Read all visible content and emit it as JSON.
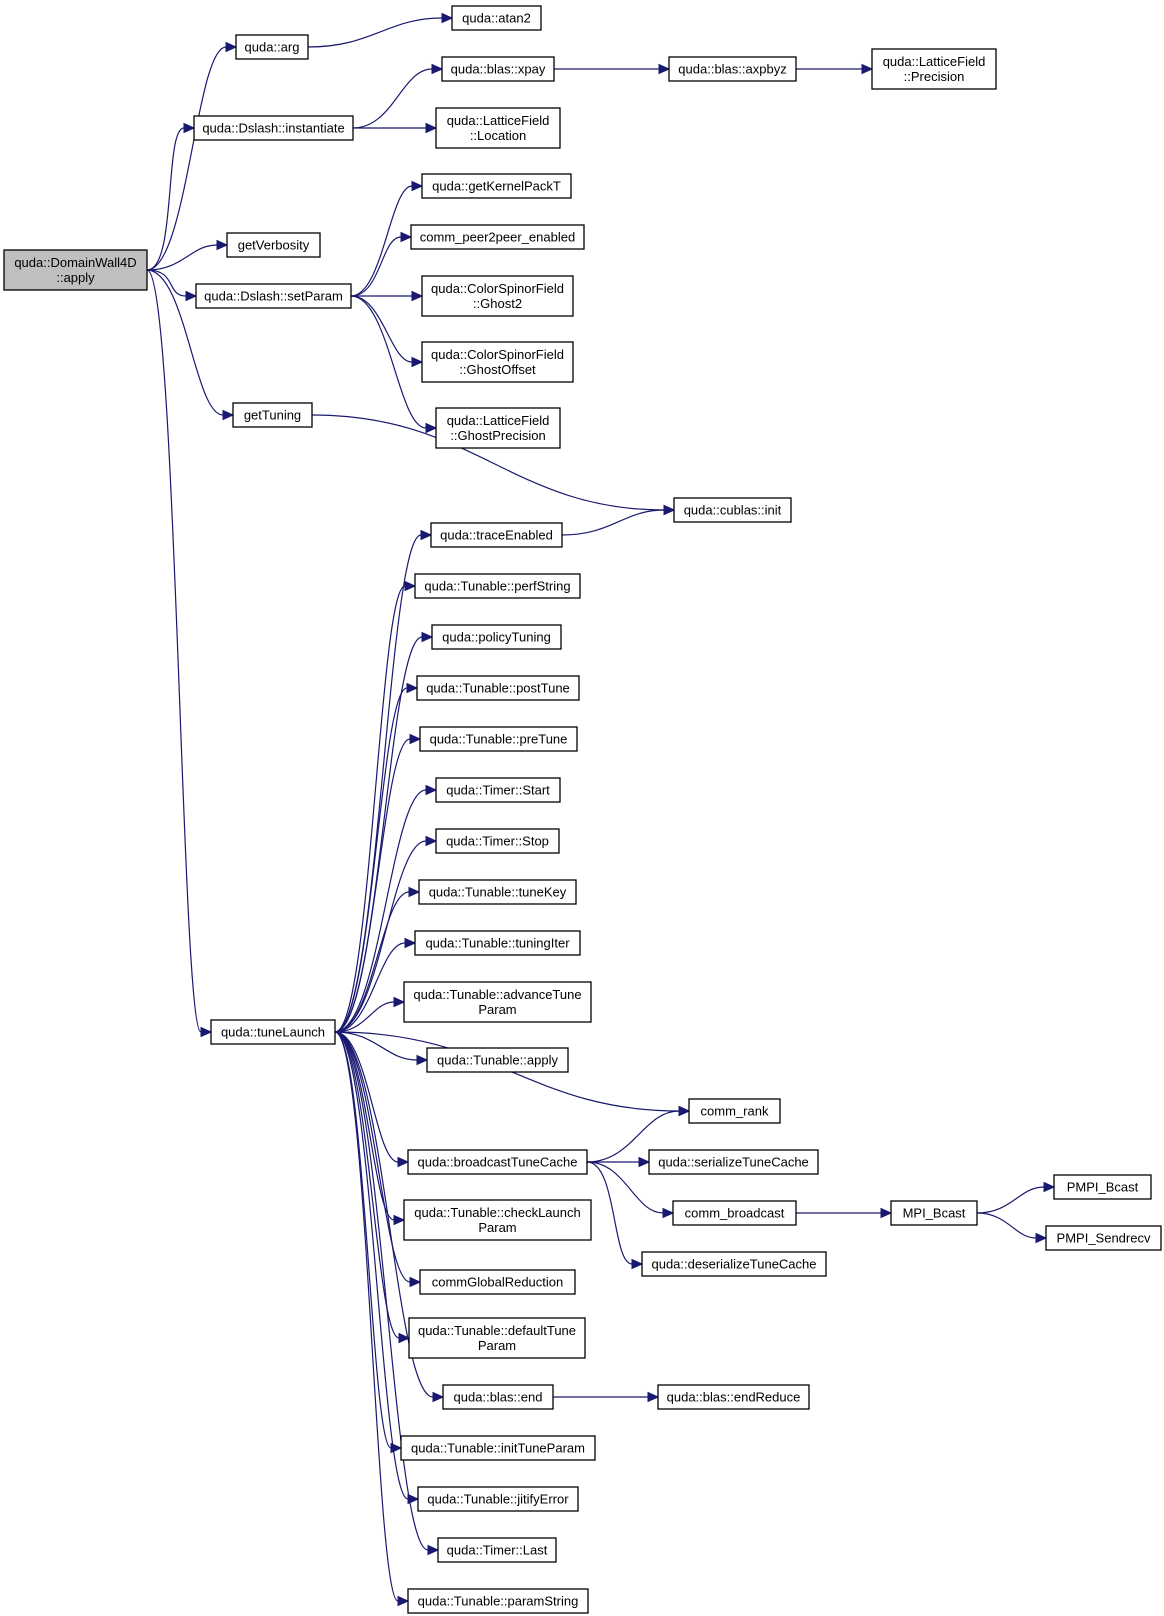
{
  "graph": {
    "nodes": [
      {
        "id": "root",
        "lines": [
          "quda::DomainWall4D",
          "::apply"
        ],
        "root": true
      },
      {
        "id": "arg",
        "lines": [
          "quda::arg"
        ]
      },
      {
        "id": "atan2",
        "lines": [
          "quda::atan2"
        ]
      },
      {
        "id": "instantiate",
        "lines": [
          "quda::Dslash::instantiate"
        ]
      },
      {
        "id": "xpay",
        "lines": [
          "quda::blas::xpay"
        ]
      },
      {
        "id": "axpbyz",
        "lines": [
          "quda::blas::axpbyz"
        ]
      },
      {
        "id": "precision",
        "lines": [
          "quda::LatticeField",
          "::Precision"
        ]
      },
      {
        "id": "location",
        "lines": [
          "quda::LatticeField",
          "::Location"
        ]
      },
      {
        "id": "getVerbosity",
        "lines": [
          "getVerbosity"
        ]
      },
      {
        "id": "setParam",
        "lines": [
          "quda::Dslash::setParam"
        ]
      },
      {
        "id": "getKernelPackT",
        "lines": [
          "quda::getKernelPackT"
        ]
      },
      {
        "id": "p2p",
        "lines": [
          "comm_peer2peer_enabled"
        ]
      },
      {
        "id": "ghost2",
        "lines": [
          "quda::ColorSpinorField",
          "::Ghost2"
        ]
      },
      {
        "id": "ghostOffset",
        "lines": [
          "quda::ColorSpinorField",
          "::GhostOffset"
        ]
      },
      {
        "id": "ghostPrecision",
        "lines": [
          "quda::LatticeField",
          "::GhostPrecision"
        ]
      },
      {
        "id": "getTuning",
        "lines": [
          "getTuning"
        ]
      },
      {
        "id": "cublasInit",
        "lines": [
          "quda::cublas::init"
        ]
      },
      {
        "id": "traceEnabled",
        "lines": [
          "quda::traceEnabled"
        ]
      },
      {
        "id": "perfString",
        "lines": [
          "quda::Tunable::perfString"
        ]
      },
      {
        "id": "policyTuning",
        "lines": [
          "quda::policyTuning"
        ]
      },
      {
        "id": "postTune",
        "lines": [
          "quda::Tunable::postTune"
        ]
      },
      {
        "id": "preTune",
        "lines": [
          "quda::Tunable::preTune"
        ]
      },
      {
        "id": "timerStart",
        "lines": [
          "quda::Timer::Start"
        ]
      },
      {
        "id": "timerStop",
        "lines": [
          "quda::Timer::Stop"
        ]
      },
      {
        "id": "tuneKey",
        "lines": [
          "quda::Tunable::tuneKey"
        ]
      },
      {
        "id": "tuningIter",
        "lines": [
          "quda::Tunable::tuningIter"
        ]
      },
      {
        "id": "advanceTuneParam",
        "lines": [
          "quda::Tunable::advanceTune",
          "Param"
        ]
      },
      {
        "id": "tuneLaunch",
        "lines": [
          "quda::tuneLaunch"
        ]
      },
      {
        "id": "tunableApply",
        "lines": [
          "quda::Tunable::apply"
        ]
      },
      {
        "id": "commRank",
        "lines": [
          "comm_rank"
        ]
      },
      {
        "id": "broadcastTuneCache",
        "lines": [
          "quda::broadcastTuneCache"
        ]
      },
      {
        "id": "serializeTuneCache",
        "lines": [
          "quda::serializeTuneCache"
        ]
      },
      {
        "id": "commBroadcast",
        "lines": [
          "comm_broadcast"
        ]
      },
      {
        "id": "mpiBcast",
        "lines": [
          "MPI_Bcast"
        ]
      },
      {
        "id": "pmpiBcast",
        "lines": [
          "PMPI_Bcast"
        ]
      },
      {
        "id": "pmpiSendrecv",
        "lines": [
          "PMPI_Sendrecv"
        ]
      },
      {
        "id": "deserializeTuneCache",
        "lines": [
          "quda::deserializeTuneCache"
        ]
      },
      {
        "id": "checkLaunchParam",
        "lines": [
          "quda::Tunable::checkLaunch",
          "Param"
        ]
      },
      {
        "id": "commGlobalReduction",
        "lines": [
          "commGlobalReduction"
        ]
      },
      {
        "id": "defaultTuneParam",
        "lines": [
          "quda::Tunable::defaultTune",
          "Param"
        ]
      },
      {
        "id": "blasEnd",
        "lines": [
          "quda::blas::end"
        ]
      },
      {
        "id": "endReduce",
        "lines": [
          "quda::blas::endReduce"
        ]
      },
      {
        "id": "initTuneParam",
        "lines": [
          "quda::Tunable::initTuneParam"
        ]
      },
      {
        "id": "jitifyError",
        "lines": [
          "quda::Tunable::jitifyError"
        ]
      },
      {
        "id": "timerLast",
        "lines": [
          "quda::Timer::Last"
        ]
      },
      {
        "id": "paramString",
        "lines": [
          "quda::Tunable::paramString"
        ]
      }
    ],
    "edges": [
      {
        "from": "root",
        "to": "arg"
      },
      {
        "from": "arg",
        "to": "atan2"
      },
      {
        "from": "root",
        "to": "instantiate"
      },
      {
        "from": "instantiate",
        "to": "xpay"
      },
      {
        "from": "xpay",
        "to": "axpbyz"
      },
      {
        "from": "axpbyz",
        "to": "precision"
      },
      {
        "from": "instantiate",
        "to": "location"
      },
      {
        "from": "root",
        "to": "getVerbosity"
      },
      {
        "from": "root",
        "to": "setParam"
      },
      {
        "from": "setParam",
        "to": "getKernelPackT"
      },
      {
        "from": "setParam",
        "to": "p2p"
      },
      {
        "from": "setParam",
        "to": "ghost2"
      },
      {
        "from": "setParam",
        "to": "ghostOffset"
      },
      {
        "from": "setParam",
        "to": "ghostPrecision"
      },
      {
        "from": "root",
        "to": "getTuning"
      },
      {
        "from": "getTuning",
        "to": "cublasInit"
      },
      {
        "from": "root",
        "to": "tuneLaunch"
      },
      {
        "from": "traceEnabled",
        "to": "cublasInit"
      },
      {
        "from": "tuneLaunch",
        "to": "traceEnabled"
      },
      {
        "from": "tuneLaunch",
        "to": "perfString"
      },
      {
        "from": "tuneLaunch",
        "to": "policyTuning"
      },
      {
        "from": "tuneLaunch",
        "to": "postTune"
      },
      {
        "from": "tuneLaunch",
        "to": "preTune"
      },
      {
        "from": "tuneLaunch",
        "to": "timerStart"
      },
      {
        "from": "tuneLaunch",
        "to": "timerStop"
      },
      {
        "from": "tuneLaunch",
        "to": "tuneKey"
      },
      {
        "from": "tuneLaunch",
        "to": "tuningIter"
      },
      {
        "from": "tuneLaunch",
        "to": "advanceTuneParam"
      },
      {
        "from": "tuneLaunch",
        "to": "tunableApply"
      },
      {
        "from": "tuneLaunch",
        "to": "commRank"
      },
      {
        "from": "tuneLaunch",
        "to": "broadcastTuneCache"
      },
      {
        "from": "broadcastTuneCache",
        "to": "commRank"
      },
      {
        "from": "broadcastTuneCache",
        "to": "serializeTuneCache"
      },
      {
        "from": "broadcastTuneCache",
        "to": "commBroadcast"
      },
      {
        "from": "commBroadcast",
        "to": "mpiBcast"
      },
      {
        "from": "mpiBcast",
        "to": "pmpiBcast"
      },
      {
        "from": "mpiBcast",
        "to": "pmpiSendrecv"
      },
      {
        "from": "broadcastTuneCache",
        "to": "deserializeTuneCache"
      },
      {
        "from": "tuneLaunch",
        "to": "checkLaunchParam"
      },
      {
        "from": "tuneLaunch",
        "to": "commGlobalReduction"
      },
      {
        "from": "tuneLaunch",
        "to": "defaultTuneParam"
      },
      {
        "from": "tuneLaunch",
        "to": "blasEnd"
      },
      {
        "from": "blasEnd",
        "to": "endReduce"
      },
      {
        "from": "tuneLaunch",
        "to": "initTuneParam"
      },
      {
        "from": "tuneLaunch",
        "to": "jitifyError"
      },
      {
        "from": "tuneLaunch",
        "to": "timerLast"
      },
      {
        "from": "tuneLaunch",
        "to": "paramString"
      }
    ]
  }
}
